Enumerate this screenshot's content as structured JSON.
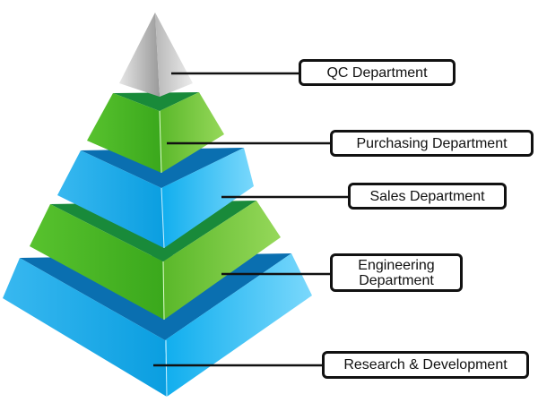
{
  "diagram": {
    "type": "pyramid",
    "levels": [
      {
        "label": "QC Department",
        "color": "#c8c8c8"
      },
      {
        "label": "Purchasing Department",
        "color": "#4cb82a"
      },
      {
        "label": "Sales Department",
        "color": "#1aa8e8"
      },
      {
        "label": "Engineering Department",
        "color": "#4cb82a"
      },
      {
        "label": "Research & Development",
        "color": "#1aa8e8"
      }
    ]
  }
}
